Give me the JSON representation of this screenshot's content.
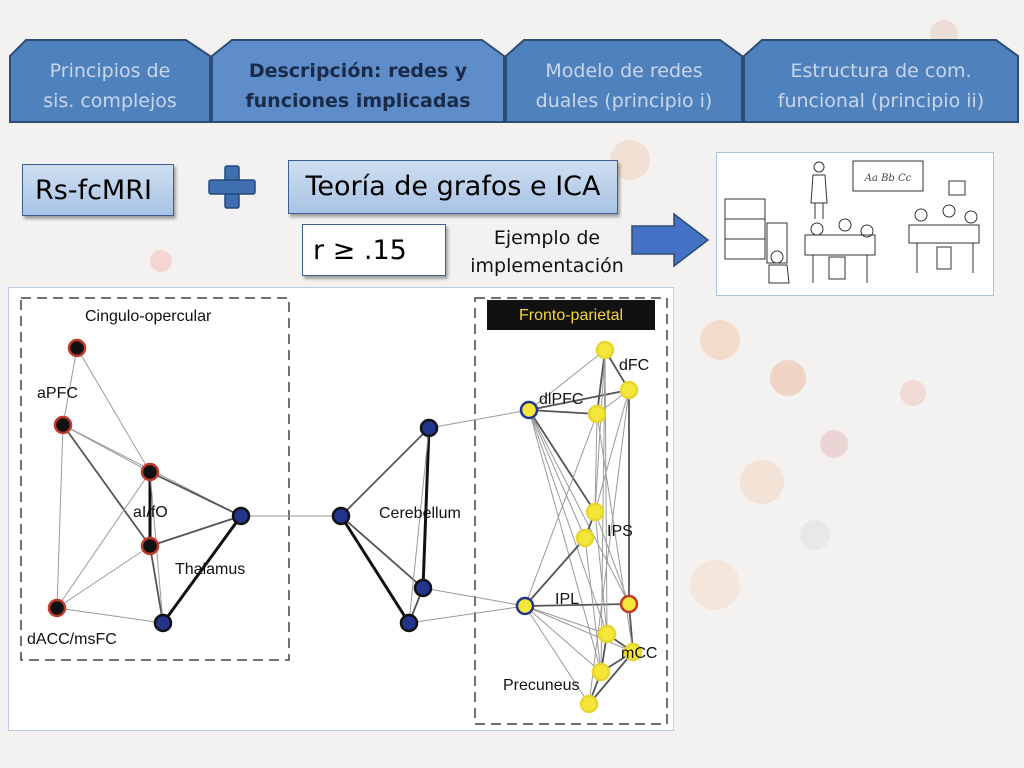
{
  "nav_tabs": [
    {
      "label_line1": "Principios de",
      "label_line2": "sis. complejos",
      "active": false
    },
    {
      "label_line1": "Descripción: redes y",
      "label_line2": "funciones implicadas",
      "active": true
    },
    {
      "label_line1": "Modelo de redes",
      "label_line2": "duales (principio i)",
      "active": false
    },
    {
      "label_line1": "Estructura de com.",
      "label_line2": "funcional (principio ii)",
      "active": false
    }
  ],
  "boxes": {
    "rs_fcmri": "Rs-fcMRI",
    "graph_theory": "Teoría de grafos e ICA",
    "threshold": "r ≥ .15"
  },
  "example_caption": {
    "line1": "Ejemplo de",
    "line2": "implementación"
  },
  "classroom_board_text": "Aa Bb Cc",
  "network": {
    "cingulo_opercular_label": "Cingulo-opercular",
    "fronto_parietal_label": "Fronto-parietal",
    "node_labels": {
      "apfc": "aPFC",
      "aifo": "aI/fO",
      "thalamus": "Thalamus",
      "dacc": "dACC/msFC",
      "cerebellum": "Cerebellum",
      "dlpfc": "dlPFC",
      "dfc": "dFC",
      "ips": "IPS",
      "ipl": "IPL",
      "mcc": "mCC",
      "precuneus": "Precuneus"
    }
  },
  "colors": {
    "tab_fill": "#4f81bd",
    "tab_active_fill": "#5e8dc9",
    "tab_border": "#2c4d75",
    "plus": "#3f6fb0",
    "arrow": "#4472c4",
    "cingulo_node_ring": "#c0392b",
    "network_node": "#23348c",
    "fronto_node": "#f5e63a"
  }
}
